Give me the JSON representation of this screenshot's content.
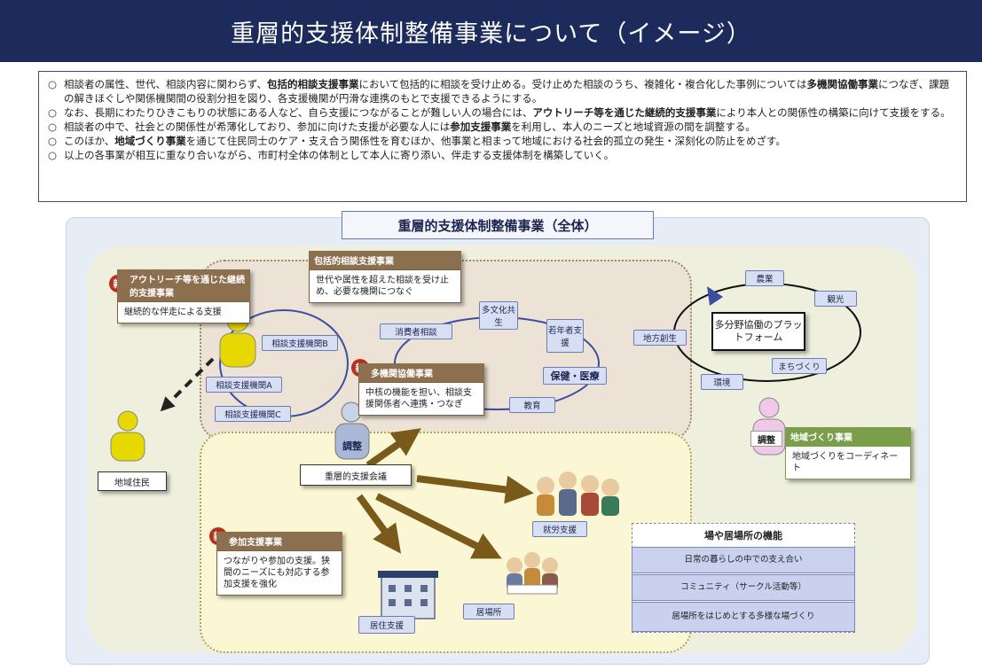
{
  "header": {
    "title": "重層的支援体制整備事業について（イメージ）"
  },
  "bullets": [
    {
      "mark": "○",
      "parts": [
        {
          "t": "相談者の属性、世代、相談内容に関わらず、"
        },
        {
          "t": "包括的相談支援事業",
          "b": true
        },
        {
          "t": "において包括的に相談を受け止める。受け止めた相談のうち、複雑化・複合化した事例については"
        },
        {
          "t": "多機関協働事業",
          "b": true
        },
        {
          "t": "につなぎ、課題の解きほぐしや関係機関間の役割分担を図り、各支援機関が円滑な連携のもとで支援できるようにする。"
        }
      ]
    },
    {
      "mark": "○",
      "parts": [
        {
          "t": "なお、長期にわたりひきこもりの状態にある人など、自ら支援につながることが難しい人の場合には、"
        },
        {
          "t": "アウトリーチ等を通じた継続的支援事業",
          "b": true
        },
        {
          "t": "により本人との関係性の構築に向けて支援をする。"
        }
      ]
    },
    {
      "mark": "○",
      "parts": [
        {
          "t": "相談者の中で、社会との関係性が希薄化しており、参加に向けた支援が必要な人には"
        },
        {
          "t": "参加支援事業",
          "b": true
        },
        {
          "t": "を利用し、本人のニーズと地域資源の間を調整する。"
        }
      ]
    },
    {
      "mark": "○",
      "parts": [
        {
          "t": "このほか、"
        },
        {
          "t": "地域づくり事業",
          "b": true
        },
        {
          "t": "を通じて住民同士のケア・支え合う関係性を育むほか、他事業と相まって地域における社会的孤立の発生・深刻化の防止をめざす。"
        }
      ]
    },
    {
      "mark": "○",
      "parts": [
        {
          "t": "以上の各事業が相互に重なり合いながら、市町村全体の体制として本人に寄り添い、伴走する支援体制を構築していく。"
        }
      ]
    }
  ],
  "diagram": {
    "main_title": "重層的支援体制整備事業（全体）",
    "new_mark": "新",
    "outreach": {
      "title": "アウトリーチ等を通じた継続的支援事業",
      "body": "継続的な伴走による支援"
    },
    "comprehensive": {
      "title": "包括的相談支援事業",
      "body": "世代や属性を超えた相談を受け止め、必要な機関につなぐ"
    },
    "multi": {
      "title": "多機関協働事業",
      "body": "中核の機能を担い、相談支援関係者へ連携・つなぎ"
    },
    "participation": {
      "title": "参加支援事業",
      "body": "つながりや参加の支援。狭間のニーズにも対応する参加支援を強化"
    },
    "community": {
      "title": "地域づくり事業",
      "body": "地域づくりをコーディネート",
      "tag": "調整"
    },
    "agencies": {
      "b": "相談支援機関B",
      "a": "相談支援機関A",
      "c": "相談支援機関C",
      "consumer": "消費者相談",
      "multicultural": "多文化共生",
      "youth": "若年者支援",
      "health": "保健・医療",
      "education": "教育"
    },
    "coordinator_tag": "調整",
    "meeting": "重層的支援会議",
    "resident": "地域住民",
    "support": {
      "employment": "就労支援",
      "housing": "居住支援",
      "place": "居場所"
    },
    "platform": {
      "center": "多分野協働のプラットフォーム",
      "ring": [
        "農業",
        "観光",
        "地方創生",
        "まちづくり",
        "環境"
      ]
    },
    "right_panel": {
      "title": "場や居場所の機能",
      "items": [
        "日常の暮らしの中での支え合い",
        "コミュニティ（サークル活動等）",
        "居場所をはじめとする多様な場づくり"
      ]
    }
  },
  "colors": {
    "header_bg": "#1c2a5c",
    "callout_brown": "#8b6f4e",
    "callout_green": "#7a9e4a",
    "new_mark_red": "#b5311c",
    "pill_blue": "#d9dff2",
    "arrow_brown": "#7a5a1a"
  }
}
